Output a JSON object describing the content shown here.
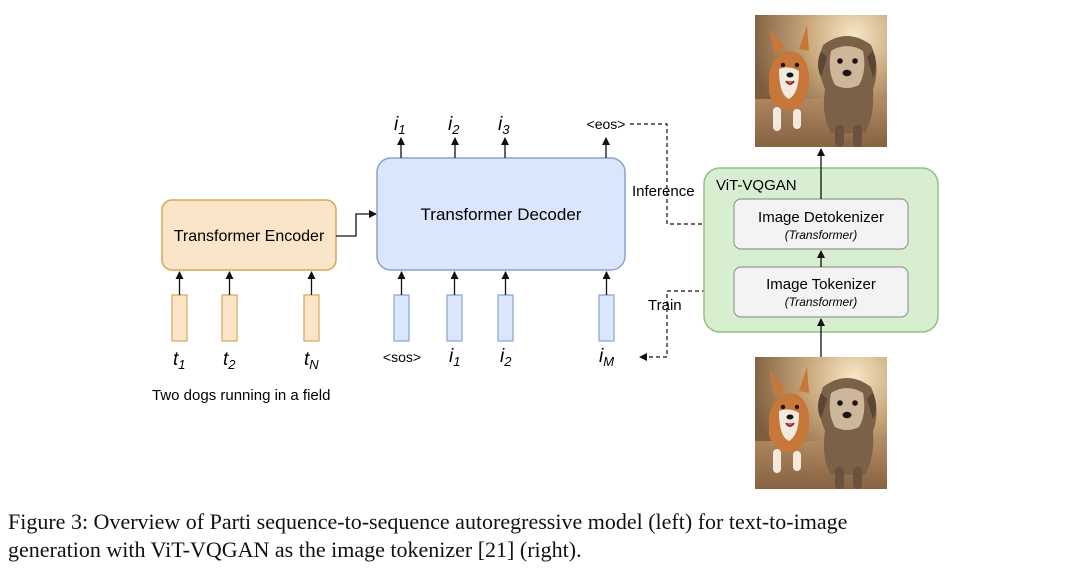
{
  "colors": {
    "encoder_fill": "#fbe5c8",
    "encoder_stroke": "#d6a85a",
    "decoder_fill": "#dae6fb",
    "decoder_stroke": "#8aa2cf",
    "vqgan_fill": "#d8eed0",
    "vqgan_stroke": "#8fc27f",
    "tokenizer_fill": "#f3f3f3",
    "tokenizer_stroke": "#999999",
    "arrow": "#111111"
  },
  "encoder": {
    "label": "Transformer Encoder",
    "tokens": [
      {
        "base": "t",
        "sub": "1"
      },
      {
        "base": "t",
        "sub": "2"
      },
      {
        "base": "t",
        "sub": "N"
      }
    ],
    "prompt": "Two dogs running in a field"
  },
  "decoder": {
    "label": "Transformer Decoder",
    "inputs": [
      {
        "base": "<sos>",
        "sub": ""
      },
      {
        "base": "i",
        "sub": "1"
      },
      {
        "base": "i",
        "sub": "2"
      },
      {
        "base": "i",
        "sub": "M"
      }
    ],
    "outputs": [
      {
        "base": "i",
        "sub": "1"
      },
      {
        "base": "i",
        "sub": "2"
      },
      {
        "base": "i",
        "sub": "3"
      },
      {
        "base": "<eos>",
        "sub": ""
      }
    ]
  },
  "vqgan": {
    "title": "ViT-VQGAN",
    "detokenizer": {
      "label": "Image Detokenizer",
      "sublabel": "(Transformer)"
    },
    "tokenizer": {
      "label": "Image Tokenizer",
      "sublabel": "(Transformer)"
    }
  },
  "flows": {
    "inference": "Inference",
    "train": "Train"
  },
  "images": {
    "output": "two-dogs-running-photo",
    "input": "two-dogs-running-photo"
  },
  "caption": {
    "line1": "Figure 3: Overview of Parti sequence-to-sequence autoregressive model (left) for text-to-image",
    "line2": "generation with ViT-VQGAN as the image tokenizer [21] (right)."
  }
}
